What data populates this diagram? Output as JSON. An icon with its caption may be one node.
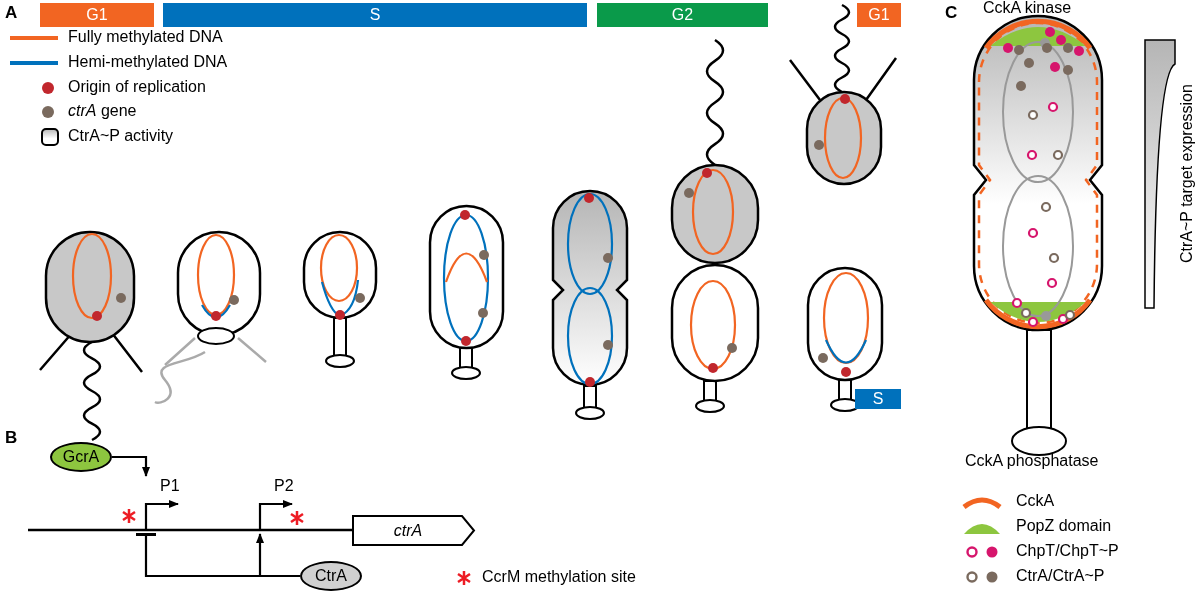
{
  "diagram": {
    "nodes": [
      {
        "text": [
          "G1"
        ]
      },
      {
        "text": [
          "S"
        ]
      },
      {
        "text": [
          "G2"
        ]
      },
      {
        "text": [
          "G1"
        ]
      },
      {
        "text": [
          "S"
        ]
      },
      {
        "text": [
          "GcrA"
        ]
      },
      {
        "text": [
          "P1"
        ]
      },
      {
        "text": [
          "P2"
        ]
      },
      {
        "text": [
          "ctrA"
        ]
      },
      {
        "text": [
          "CtrA"
        ]
      }
    ],
    "edges": [
      {
        "from": 5,
        "to": 6,
        "arrow": "to"
      },
      {
        "from": 9,
        "to": 6,
        "arrow": "other"
      },
      {
        "from": 9,
        "to": 7,
        "arrow": "to"
      }
    ],
    "labels": [
      "A",
      "CckA kinase",
      "C",
      "CtrA~P target expression",
      "CckA phosphatase",
      "B"
    ],
    "legend": [
      {
        "text": "Fully methylated DNA"
      },
      {
        "text": "Hemi-methylated DNA"
      },
      {
        "text": "Origin of replication",
        "color": "#c1272d"
      },
      {
        "text": "*ctrA* gene",
        "color": "#7a6a5e"
      },
      {
        "text": "CtrA~P activity"
      },
      {
        "text": "CcrM methylation site"
      },
      {
        "text": "CckA"
      },
      {
        "text": "PopZ domain",
        "color": "#8dc63f"
      },
      {
        "text": "ChpT/ChpT~P"
      },
      {
        "text": "CtrA/CtrA~P"
      }
    ]
  }
}
